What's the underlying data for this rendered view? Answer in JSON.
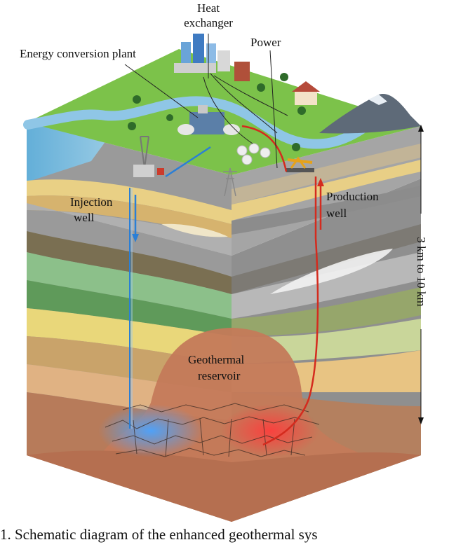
{
  "labels": {
    "heat_exchanger_line1": "Heat",
    "heat_exchanger_line2": "exchanger",
    "energy_plant": "Energy conversion plant",
    "power": "Power",
    "injection_line1": "Injection",
    "injection_line2": "well",
    "production_line1": "Production",
    "production_line2": "well",
    "depth": "3 km to 10 km",
    "reservoir_line1": "Geothermal",
    "reservoir_line2": "reservoir"
  },
  "caption": "1. Schematic diagram of the enhanced geothermal sys",
  "colors": {
    "injection": "#2a7fd6",
    "production": "#d42b1e",
    "grass": "#7cc24a",
    "water": "#5aa8d8",
    "reservoir": "#c47a5a"
  }
}
